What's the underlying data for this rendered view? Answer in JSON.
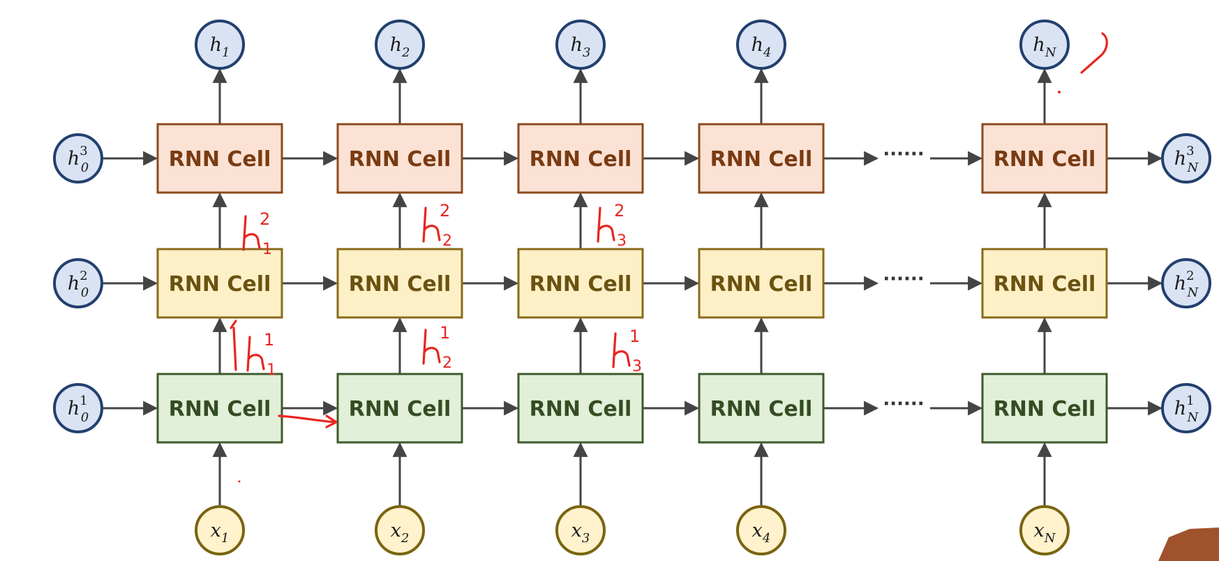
{
  "cell_label": "RNN Cell",
  "ellipsis": "······",
  "colors": {
    "layer3_fill": "#fbe2d5",
    "layer3_stroke": "#8b4a1e",
    "layer3_text": "#7a3b12",
    "layer2_fill": "#fdf0c7",
    "layer2_stroke": "#8a6a1a",
    "layer2_text": "#6b5210",
    "layer1_fill": "#e2efd9",
    "layer1_stroke": "#3e5a2a",
    "layer1_text": "#344d23",
    "state_fill": "#dae3f3",
    "state_stroke": "#22406e",
    "input_fill": "#fff2cc",
    "input_stroke": "#7a6410",
    "arrow": "#444444",
    "annotation": "#e8251f"
  },
  "layers": [
    {
      "id": "layer3",
      "init": {
        "base": "h",
        "sub": "0",
        "sup": "3"
      },
      "final": {
        "base": "h",
        "sub": "N",
        "sup": "3"
      }
    },
    {
      "id": "layer2",
      "init": {
        "base": "h",
        "sub": "0",
        "sup": "2"
      },
      "final": {
        "base": "h",
        "sub": "N",
        "sup": "2"
      }
    },
    {
      "id": "layer1",
      "init": {
        "base": "h",
        "sub": "0",
        "sup": "1"
      },
      "final": {
        "base": "h",
        "sub": "N",
        "sup": "1"
      }
    }
  ],
  "columns": [
    {
      "output": {
        "base": "h",
        "sub": "1"
      },
      "input": {
        "base": "x",
        "sub": "1"
      }
    },
    {
      "output": {
        "base": "h",
        "sub": "2"
      },
      "input": {
        "base": "x",
        "sub": "2"
      }
    },
    {
      "output": {
        "base": "h",
        "sub": "3"
      },
      "input": {
        "base": "x",
        "sub": "3"
      }
    },
    {
      "output": {
        "base": "h",
        "sub": "4"
      },
      "input": {
        "base": "x",
        "sub": "4"
      }
    },
    {
      "output": {
        "base": "h",
        "sub": "N"
      },
      "input": {
        "base": "x",
        "sub": "N"
      }
    }
  ],
  "annotations": [
    {
      "base": "h",
      "sup": "2",
      "sub": "1"
    },
    {
      "base": "h",
      "sup": "2",
      "sub": "2"
    },
    {
      "base": "h",
      "sup": "2",
      "sub": "3"
    },
    {
      "base": "h",
      "sup": "1",
      "sub": "1"
    },
    {
      "base": "h",
      "sup": "1",
      "sub": "2"
    },
    {
      "base": "h",
      "sup": "1",
      "sub": "3"
    }
  ]
}
